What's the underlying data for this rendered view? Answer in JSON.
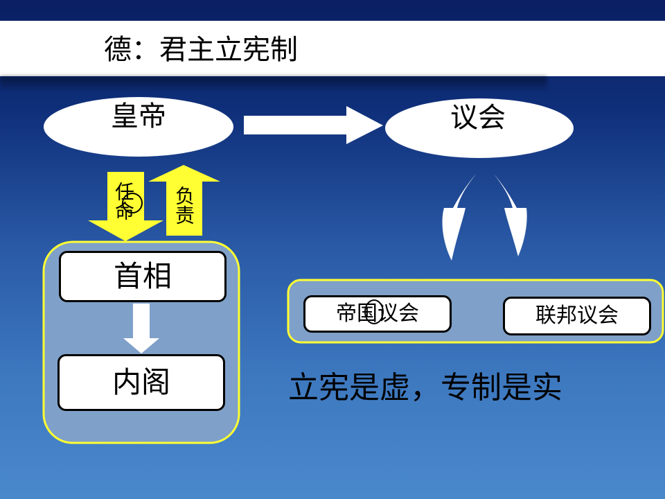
{
  "title": "德：君主立宪制",
  "nodes": {
    "emperor": "皇帝",
    "parliament": "议会",
    "chancellor": "首相",
    "cabinet": "内阁",
    "imperial_diet": "帝国议会",
    "federal_council": "联邦议会"
  },
  "arrows": {
    "appoint": "任命",
    "responsible": "负责"
  },
  "markers": {
    "m1": "①",
    "m2": "②"
  },
  "caption": "立宪是虚，专制是实",
  "colors": {
    "highlight_yellow": "#ffff33",
    "arrow_white": "#ffffff",
    "group_fill": "#7fa0c8"
  }
}
